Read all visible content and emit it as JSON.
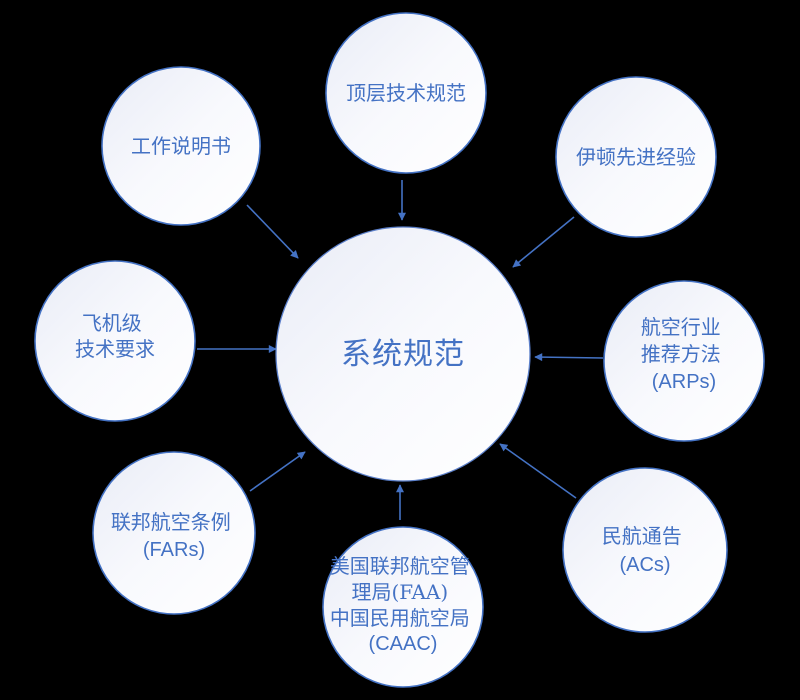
{
  "canvas": {
    "background_color": "#000000",
    "accent_color": "#4472C4",
    "circle_fill_top": "#e9ecf6",
    "circle_fill_bottom": "#ffffff"
  },
  "diagram": {
    "type": "hub-and-spoke",
    "center": {
      "label": "系统规范"
    },
    "nodes": [
      {
        "id": "top",
        "lines": [
          "顶层技术规范"
        ]
      },
      {
        "id": "top-left",
        "lines": [
          "工作说明书"
        ]
      },
      {
        "id": "top-right",
        "lines": [
          "伊顿先进经验"
        ]
      },
      {
        "id": "left",
        "lines": [
          "飞机级",
          "技术要求"
        ]
      },
      {
        "id": "right",
        "lines": [
          "航空行业",
          "推荐方法",
          "(ARPs)"
        ]
      },
      {
        "id": "bottom-left",
        "lines": [
          "联邦航空条例",
          "(FARs)"
        ]
      },
      {
        "id": "bottom",
        "lines": [
          "美国联邦航空管",
          "理局(FAA)",
          "中国民用航空局",
          "(CAAC)"
        ]
      },
      {
        "id": "bottom-right",
        "lines": [
          "民航通告",
          "(ACs)"
        ]
      }
    ]
  }
}
